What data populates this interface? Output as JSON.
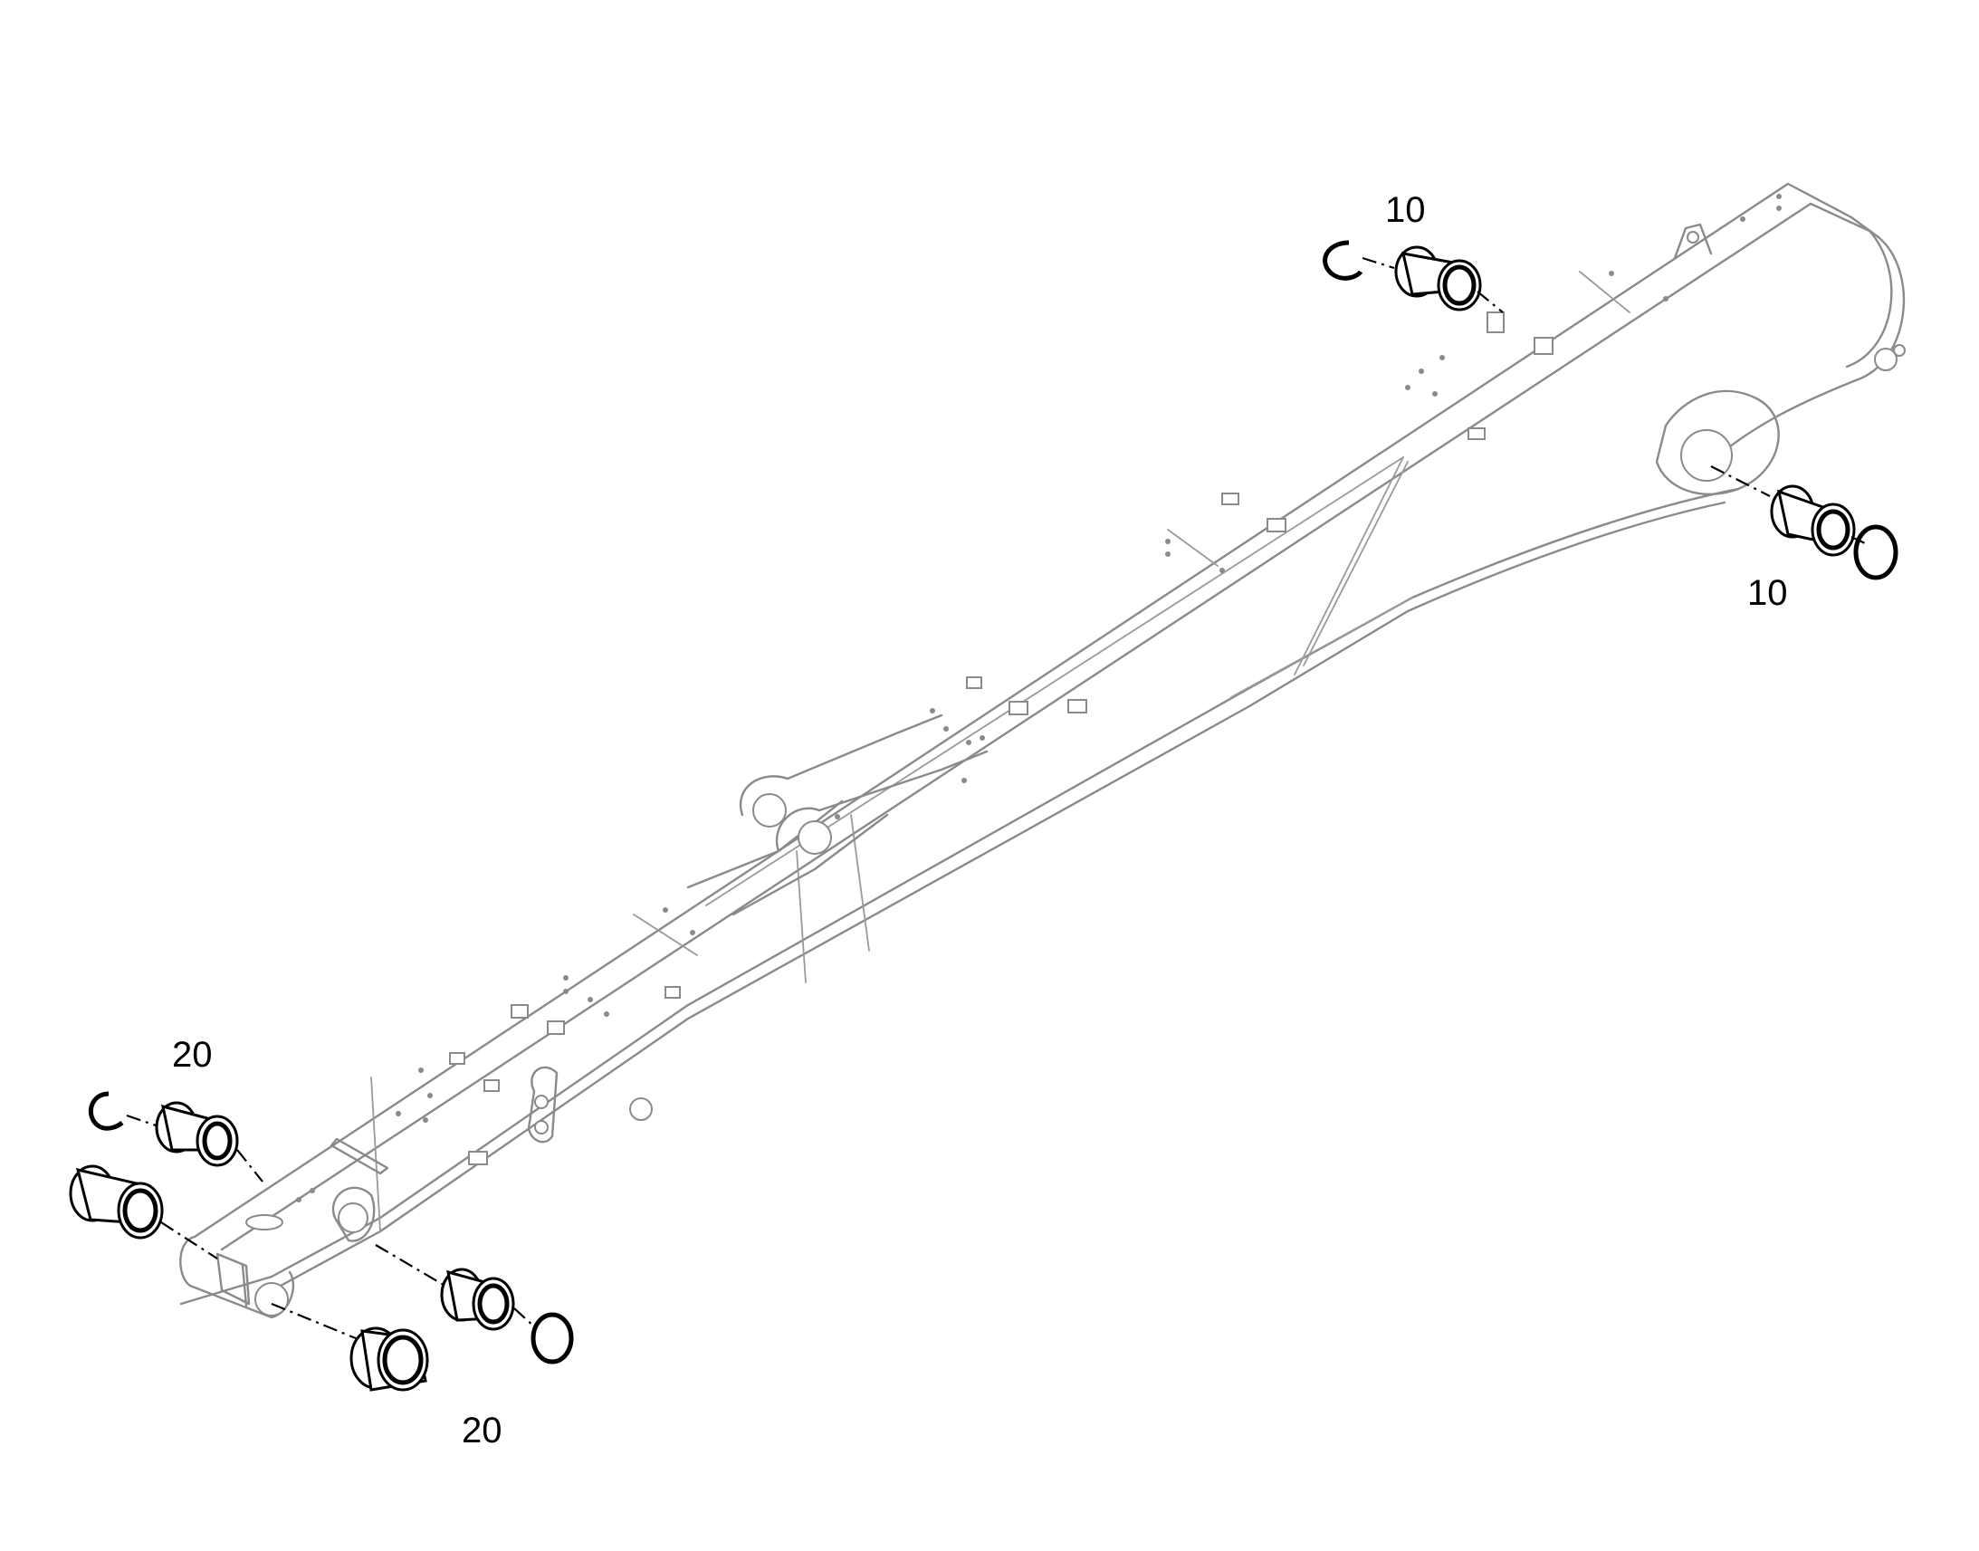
{
  "callouts": [
    {
      "id": "callout-10-top",
      "label": "10"
    },
    {
      "id": "callout-10-right",
      "label": "10"
    },
    {
      "id": "callout-20-left",
      "label": "20"
    },
    {
      "id": "callout-20-bottom",
      "label": "20"
    }
  ],
  "colors": {
    "outline": "#8a8a8a",
    "part_outline": "#000000",
    "background": "#ffffff"
  }
}
